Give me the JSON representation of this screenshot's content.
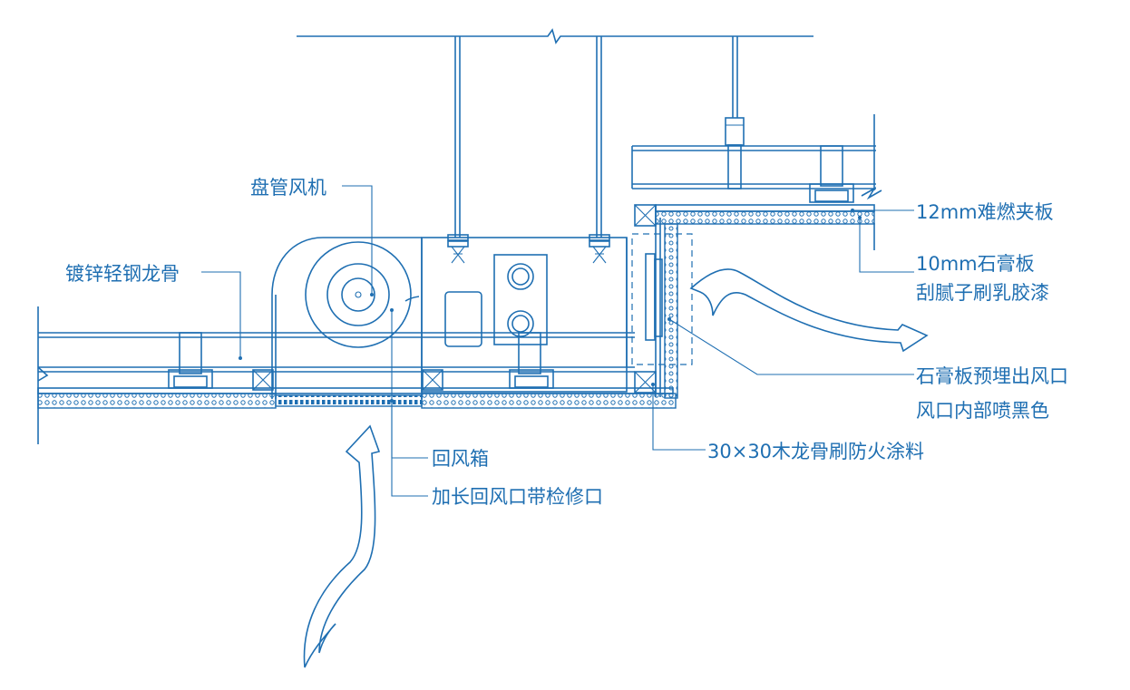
{
  "labels": {
    "fan_coil": "盘管风机",
    "steel_keel": "镀锌轻钢龙骨",
    "board_12mm": "12mm难燃夹板",
    "gypsum_line1": "10mm石膏板",
    "gypsum_line2": "刮腻子刷乳胶漆",
    "outlet_line1": "石膏板预埋出风口",
    "outlet_line2": "风口内部喷黑色",
    "wood_keel": "30×30木龙骨刷防火涂料",
    "return_box": "回风箱",
    "return_vent": "加长回风口带检修口"
  },
  "colors": {
    "line": "#1f6fb2",
    "background": "#ffffff"
  }
}
